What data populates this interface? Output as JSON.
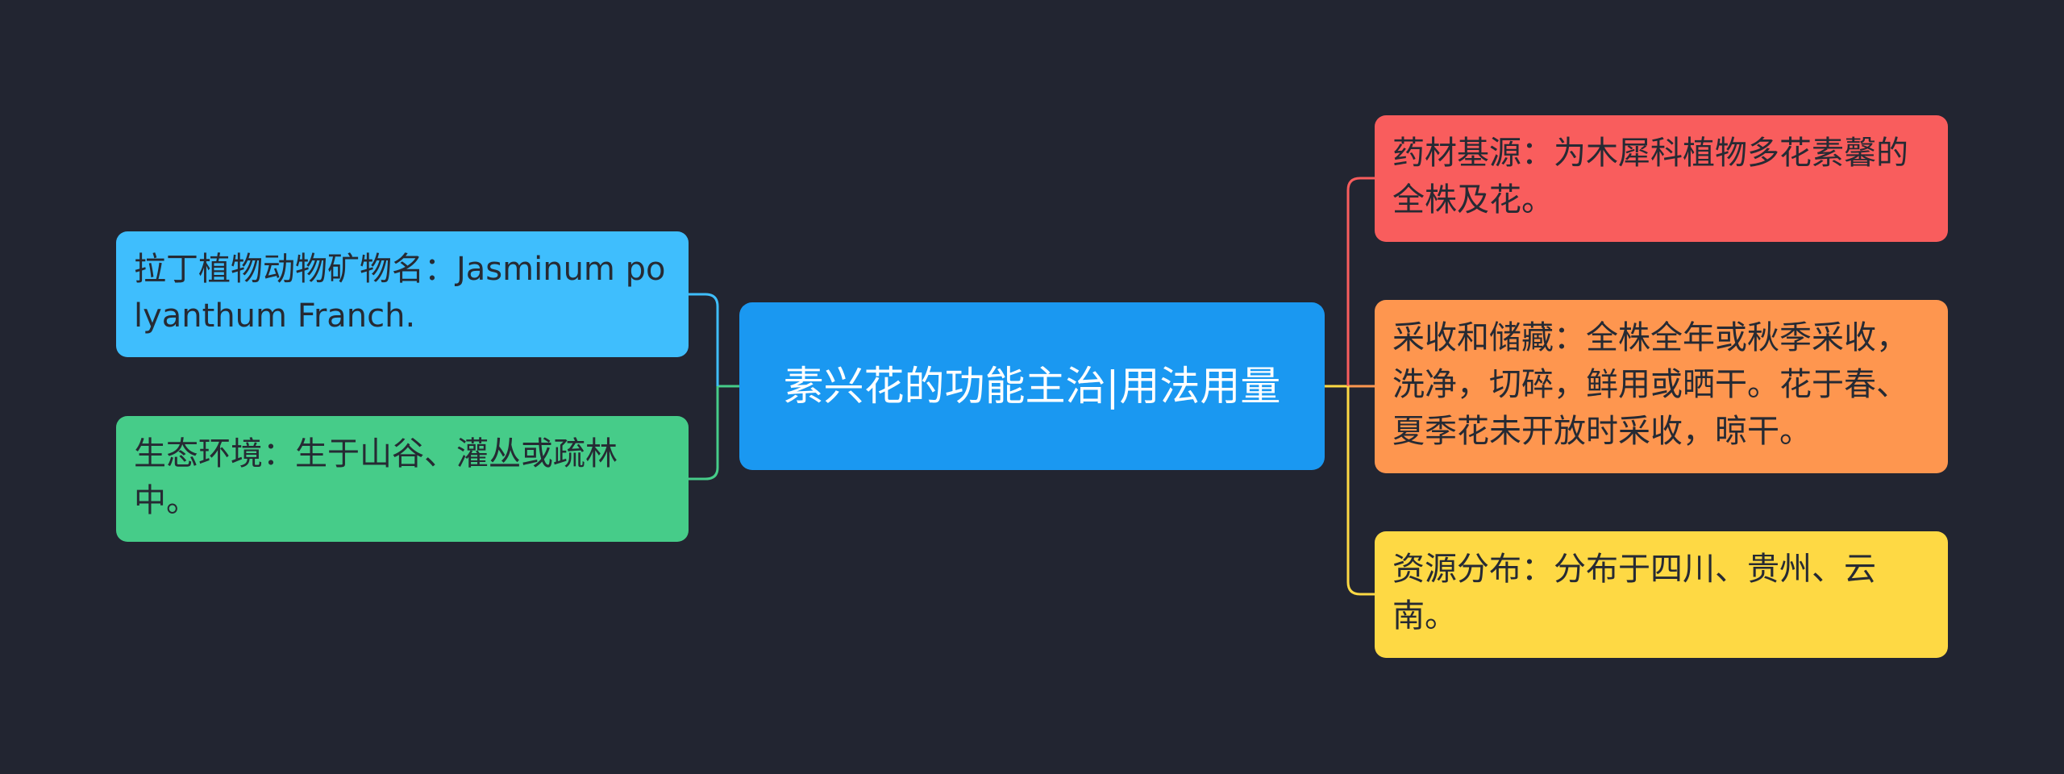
{
  "root": {
    "title": "素兴花的功能主治|用法用量"
  },
  "left_branches": [
    {
      "text": "拉丁植物动物矿物名：Jasminum polyanthum Franch.",
      "color": "#3fbefd"
    },
    {
      "text": "生态环境：生于山谷、灌丛或疏林中。",
      "color": "#46cc89"
    }
  ],
  "right_branches": [
    {
      "text": "药材基源：为木犀科植物多花素馨的全株及花。",
      "color": "#f95d5d"
    },
    {
      "text": "采收和储藏：全株全年或秋季采收，洗净，切碎，鲜用或晒干。花于春、夏季花未开放时采收，晾干。",
      "color": "#fe964f"
    },
    {
      "text": "资源分布：分布于四川、贵州、云南。",
      "color": "#fed944"
    }
  ],
  "colors": {
    "background": "#222531",
    "root": "#1a98f1",
    "left_connector": "#46cc89",
    "right_connector": "#fed944"
  }
}
